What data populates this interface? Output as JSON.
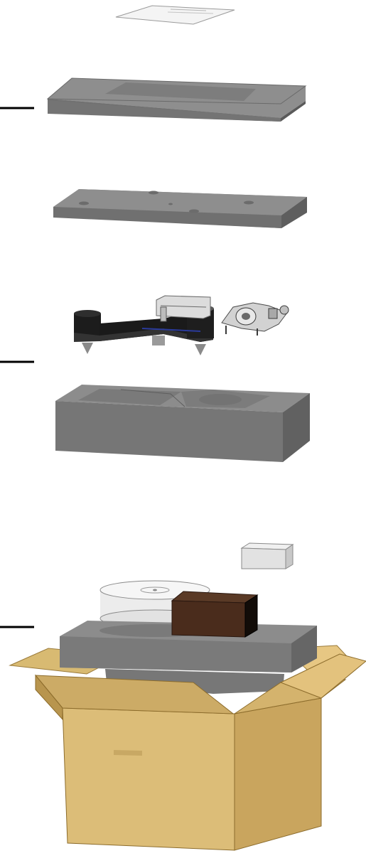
{
  "figure": {
    "type": "exploded-assembly-packing-diagram",
    "components": [
      {
        "id": "instruction-sheet",
        "icon": "paper-sheet"
      },
      {
        "id": "top-foam-lid",
        "icon": "foam-tray"
      },
      {
        "id": "foam-spacer-plate",
        "icon": "foam-plate"
      },
      {
        "id": "turntable-plinth",
        "icon": "turntable-chassis"
      },
      {
        "id": "tonearm",
        "icon": "tonearm-assembly"
      },
      {
        "id": "foam-insert-block",
        "icon": "foam-block"
      },
      {
        "id": "small-box",
        "icon": "small-carton"
      },
      {
        "id": "platter",
        "icon": "platter-disc"
      },
      {
        "id": "motor-unit",
        "icon": "brown-block"
      },
      {
        "id": "bottom-foam-tray",
        "icon": "foam-tray"
      },
      {
        "id": "shipping-carton",
        "icon": "cardboard-box"
      }
    ],
    "leader_lines": 3,
    "colors": {
      "foam_top": "#8a8a8a",
      "foam_side": "#6d6d6d",
      "cardboard": "#d9b870",
      "cardboard_dark": "#b8954e",
      "motor_block": "#4a2c1c",
      "platter": "#ececec",
      "chassis": "#1c1c1c"
    }
  }
}
